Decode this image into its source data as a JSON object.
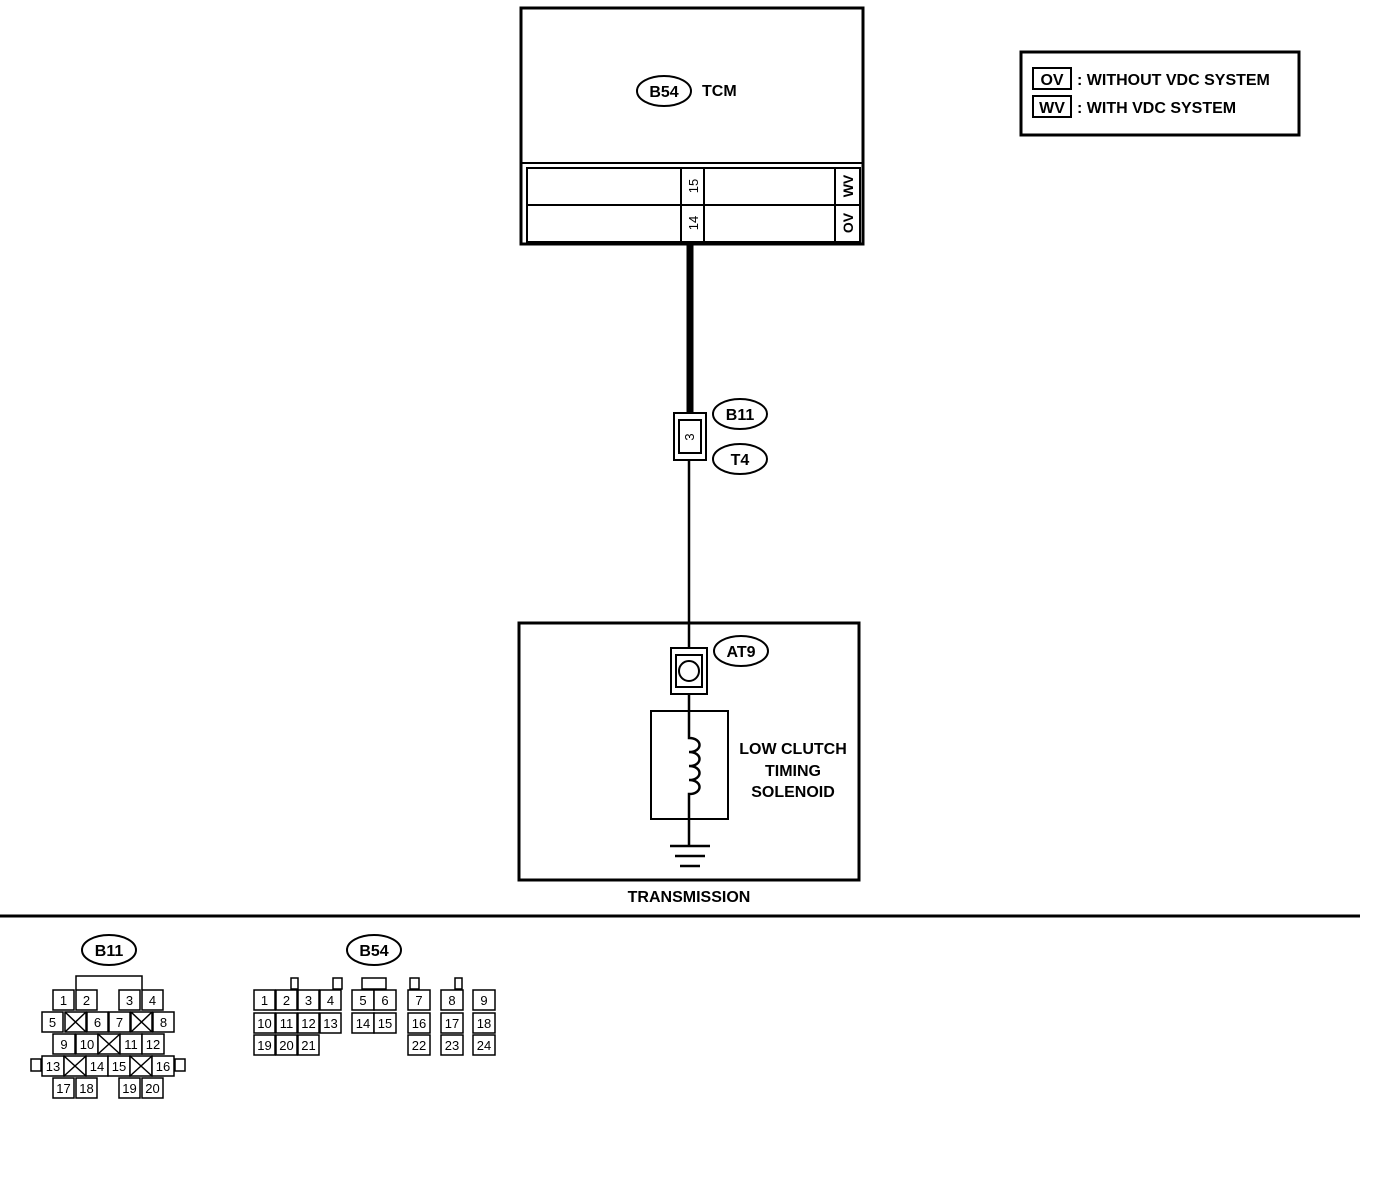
{
  "tcm": {
    "connector": "B54",
    "label": "TCM"
  },
  "tcm_terminals": {
    "row_upper": {
      "pin": "15",
      "variant": "WV"
    },
    "row_lower": {
      "pin": "14",
      "variant": "OV"
    }
  },
  "legend": [
    {
      "code": "OV",
      "text": ": WITHOUT VDC SYSTEM"
    },
    {
      "code": "WV",
      "text": ": WITH VDC SYSTEM"
    }
  ],
  "joint_connector": {
    "upper": "B11",
    "lower": "T4",
    "pin": "3"
  },
  "transmission": {
    "label": "TRANSMISSION",
    "connector": "AT9",
    "solenoid_lines": [
      "LOW CLUTCH",
      "TIMING",
      "SOLENOID"
    ]
  },
  "connector_views": {
    "b11": {
      "label": "B11",
      "rows": [
        [
          "1",
          "2",
          "",
          "3",
          "4"
        ],
        [
          "5",
          "X",
          "6",
          "7",
          "X",
          "8"
        ],
        [
          "9",
          "10",
          "X",
          "11",
          "12"
        ],
        [
          "13",
          "X",
          "14",
          "15",
          "X",
          "16"
        ],
        [
          "17",
          "18",
          "",
          "19",
          "20"
        ]
      ]
    },
    "b54": {
      "label": "B54",
      "rows": [
        [
          "1",
          "2",
          "3",
          "4",
          "5",
          "6",
          "7",
          "8",
          "9"
        ],
        [
          "10",
          "11",
          "12",
          "13",
          "14",
          "15",
          "16",
          "17",
          "18"
        ],
        [
          "19",
          "20",
          "21",
          "22",
          "23",
          "24"
        ]
      ]
    }
  }
}
